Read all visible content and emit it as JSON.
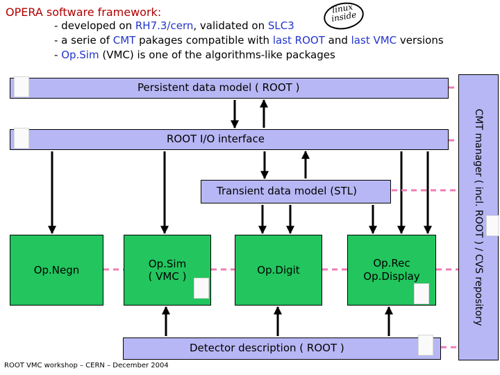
{
  "header": {
    "title": "OPERA software framework:",
    "line1": {
      "prefix": "- developed on ",
      "os": "RH7.3/cern",
      "mid": ", validated on ",
      "slc": "SLC3"
    },
    "line2": {
      "p1": "- a serie of ",
      "cmt": "CMT",
      "p2": " pakages compatible with ",
      "lr": "last ROOT",
      "p3": " and ",
      "lv": "last VMC",
      "p4": " versions"
    },
    "line3": {
      "p1": "- ",
      "opsim": "Op.Sim",
      "p2": " (VMC) is one of the algorithms-like packages"
    }
  },
  "logo": {
    "top": "linux",
    "bottom": "inside"
  },
  "boxes": {
    "persistent": "Persistent data model ( ROOT )",
    "io": "ROOT  I/O interface",
    "transient": "Transient data model (STL)",
    "opnegn": "Op.Negn",
    "opsim": "Op.Sim\n( VMC )",
    "opdigit": "Op.Digit",
    "oprec": "Op.Rec\nOp.Display",
    "detector": "Detector description ( ROOT )",
    "cmt": "CMT manager ( incl. ROOT ) / CVS repository"
  },
  "footer": "ROOT VMC workshop – CERN – December 2004",
  "colors": {
    "bar": "#b7b7f5",
    "green_box": "#22c55e",
    "dashed_link": "#f07ab4",
    "title": "#b00000",
    "highlight": "#2233cc"
  },
  "icons": [
    "linux-inside-logo",
    "penguin-icon"
  ]
}
